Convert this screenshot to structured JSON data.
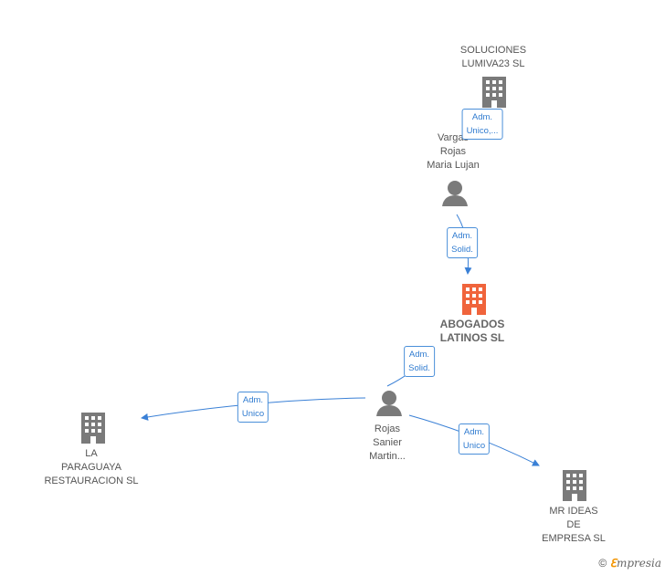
{
  "nodes": {
    "soluciones": {
      "label": "SOLUCIONES\nLUMIVA23  SL",
      "kind": "company"
    },
    "vargas": {
      "label": "Vargas\nRojas\nMaria Lujan",
      "kind": "person"
    },
    "abogados": {
      "label": "ABOGADOS\nLATINOS  SL",
      "kind": "company-main"
    },
    "rojas": {
      "label": "Rojas\nSanier\nMartin...",
      "kind": "person"
    },
    "paraguaya": {
      "label": "LA\nPARAGUAYA\nRESTAURACION SL",
      "kind": "company"
    },
    "mrideas": {
      "label": "MR IDEAS\nDE\nEMPRESA  SL",
      "kind": "company"
    }
  },
  "edges": [
    {
      "from": "vargas",
      "to": "soluciones",
      "label": "Adm.\nUnico,..."
    },
    {
      "from": "vargas",
      "to": "abogados",
      "label": "Adm.\nSolid."
    },
    {
      "from": "rojas",
      "to": "abogados",
      "label": "Adm.\nSolid."
    },
    {
      "from": "rojas",
      "to": "paraguaya",
      "label": "Adm.\nUnico"
    },
    {
      "from": "rojas",
      "to": "mrideas",
      "label": "Adm.\nUnico"
    }
  ],
  "colors": {
    "company": "#7a7a7a",
    "main": "#f0643c",
    "person": "#7a7a7a",
    "edge": "#3a80d6"
  },
  "watermark": {
    "copyright": "©",
    "brand_e": "ℇ",
    "brand_rest": "mpresia"
  }
}
